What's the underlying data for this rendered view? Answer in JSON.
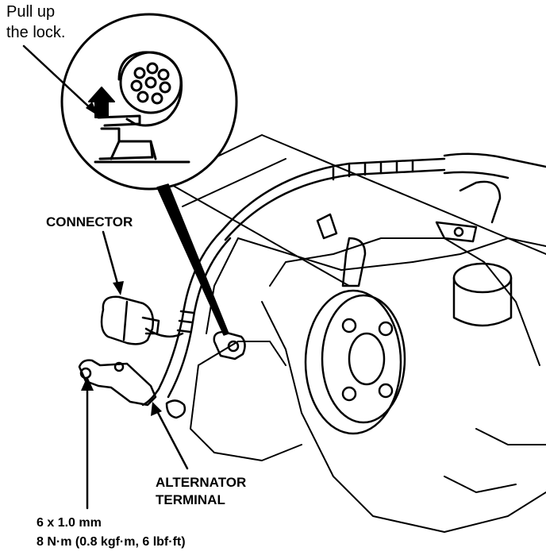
{
  "callouts": {
    "pull_lock": {
      "line1": "Pull up",
      "line2": "the lock."
    },
    "connector": "CONNECTOR",
    "alternator_terminal": {
      "line1": "ALTERNATOR",
      "line2": "TERMINAL"
    },
    "spec": {
      "line1": "6 x 1.0 mm",
      "line2": "8 N·m (0.8 kgf·m, 6 lbf·ft)"
    }
  },
  "colors": {
    "ink": "#000000",
    "paper": "#ffffff"
  }
}
